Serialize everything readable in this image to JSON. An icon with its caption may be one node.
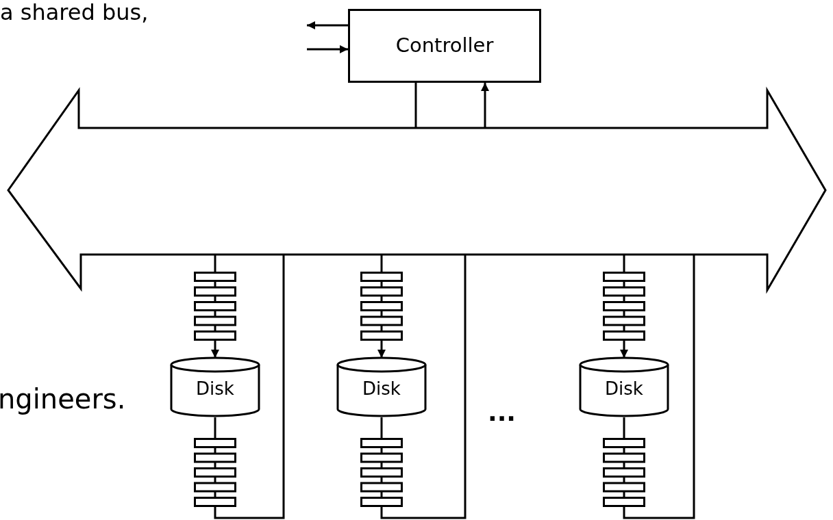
{
  "diagram": {
    "nodes": [
      {
        "text": [
          "Controller"
        ]
      },
      {
        "text": [],
        "shape": "arrow"
      },
      {
        "text": [],
        "shape": "box"
      },
      {
        "text": [],
        "shape": "box"
      },
      {
        "text": [],
        "shape": "box"
      },
      {
        "text": [
          "Disk"
        ]
      },
      {
        "text": [
          "Disk"
        ]
      },
      {
        "text": [
          "Disk"
        ]
      },
      {
        "text": [],
        "shape": "box"
      },
      {
        "text": [],
        "shape": "box"
      },
      {
        "text": [],
        "shape": "box"
      }
    ],
    "edges": [
      {
        "from": 0,
        "to": null,
        "arrow": "to"
      },
      {
        "from": null,
        "to": 0,
        "arrow": "to"
      },
      {
        "from": 0,
        "to": 1,
        "arrow": "none"
      },
      {
        "from": 1,
        "to": 0,
        "arrow": "to"
      },
      {
        "from": 1,
        "to": 2,
        "arrow": "none"
      },
      {
        "from": 1,
        "to": 3,
        "arrow": "none"
      },
      {
        "from": 1,
        "to": 4,
        "arrow": "none"
      },
      {
        "from": 2,
        "to": 5,
        "arrow": "to"
      },
      {
        "from": 3,
        "to": 6,
        "arrow": "to"
      },
      {
        "from": 4,
        "to": 7,
        "arrow": "to"
      },
      {
        "from": 5,
        "to": 8,
        "arrow": "none"
      },
      {
        "from": 6,
        "to": 9,
        "arrow": "none"
      },
      {
        "from": 7,
        "to": 10,
        "arrow": "none"
      },
      {
        "from": 8,
        "to": 1,
        "arrow": "none"
      },
      {
        "from": 9,
        "to": 1,
        "arrow": "none"
      },
      {
        "from": 10,
        "to": 1,
        "arrow": "none"
      }
    ],
    "labels": [
      "a shared bus,",
      "ngineers.",
      "..."
    ]
  }
}
